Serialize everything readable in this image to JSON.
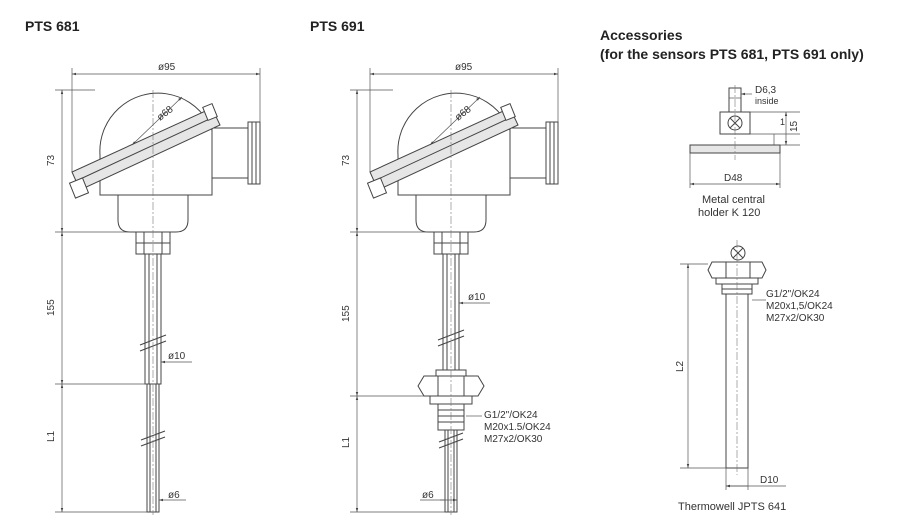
{
  "titles": {
    "pts681": "PTS 681",
    "pts691": "PTS 691",
    "accessories_line1": "Accessories",
    "accessories_line2": "(for the sensors PTS 681, PTS 691 only)"
  },
  "pts681": {
    "d95": "ø95",
    "d68": "ø68",
    "h73": "73",
    "h155": "155",
    "l1": "L1",
    "d10": "ø10",
    "d6": "ø6"
  },
  "pts691": {
    "d95": "ø95",
    "d68": "ø68",
    "h73": "73",
    "h155": "155",
    "l1": "L1",
    "d10": "ø10",
    "d6": "ø6",
    "threads": [
      "G1/2\"/OK24",
      "M20x1.5/OK24",
      "M27x2/OK30"
    ]
  },
  "holder": {
    "d63": "D6,3",
    "inside": "inside",
    "h1": "1",
    "h15": "15",
    "d48": "D48",
    "caption_line1": "Metal central",
    "caption_line2": "holder K 120"
  },
  "thermowell": {
    "threads": [
      "G1/2\"/OK24",
      "M20x1,5/OK24",
      "M27x2/OK30"
    ],
    "l2": "L2",
    "d10": "D10",
    "caption": "Thermowell JPTS 641"
  }
}
